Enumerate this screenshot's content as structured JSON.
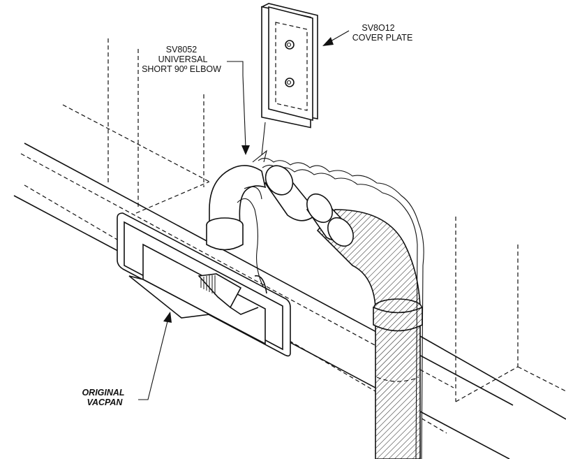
{
  "labels": {
    "elbow_line1": "SV8052",
    "elbow_line2": "UNIVERSAL",
    "elbow_line3": "SHORT 90º ELBOW",
    "cover_line1": "SV8O12",
    "cover_line2": "COVER PLATE",
    "vacpan_line1": "ORIGINAL",
    "vacpan_line2": "VACPAN"
  }
}
